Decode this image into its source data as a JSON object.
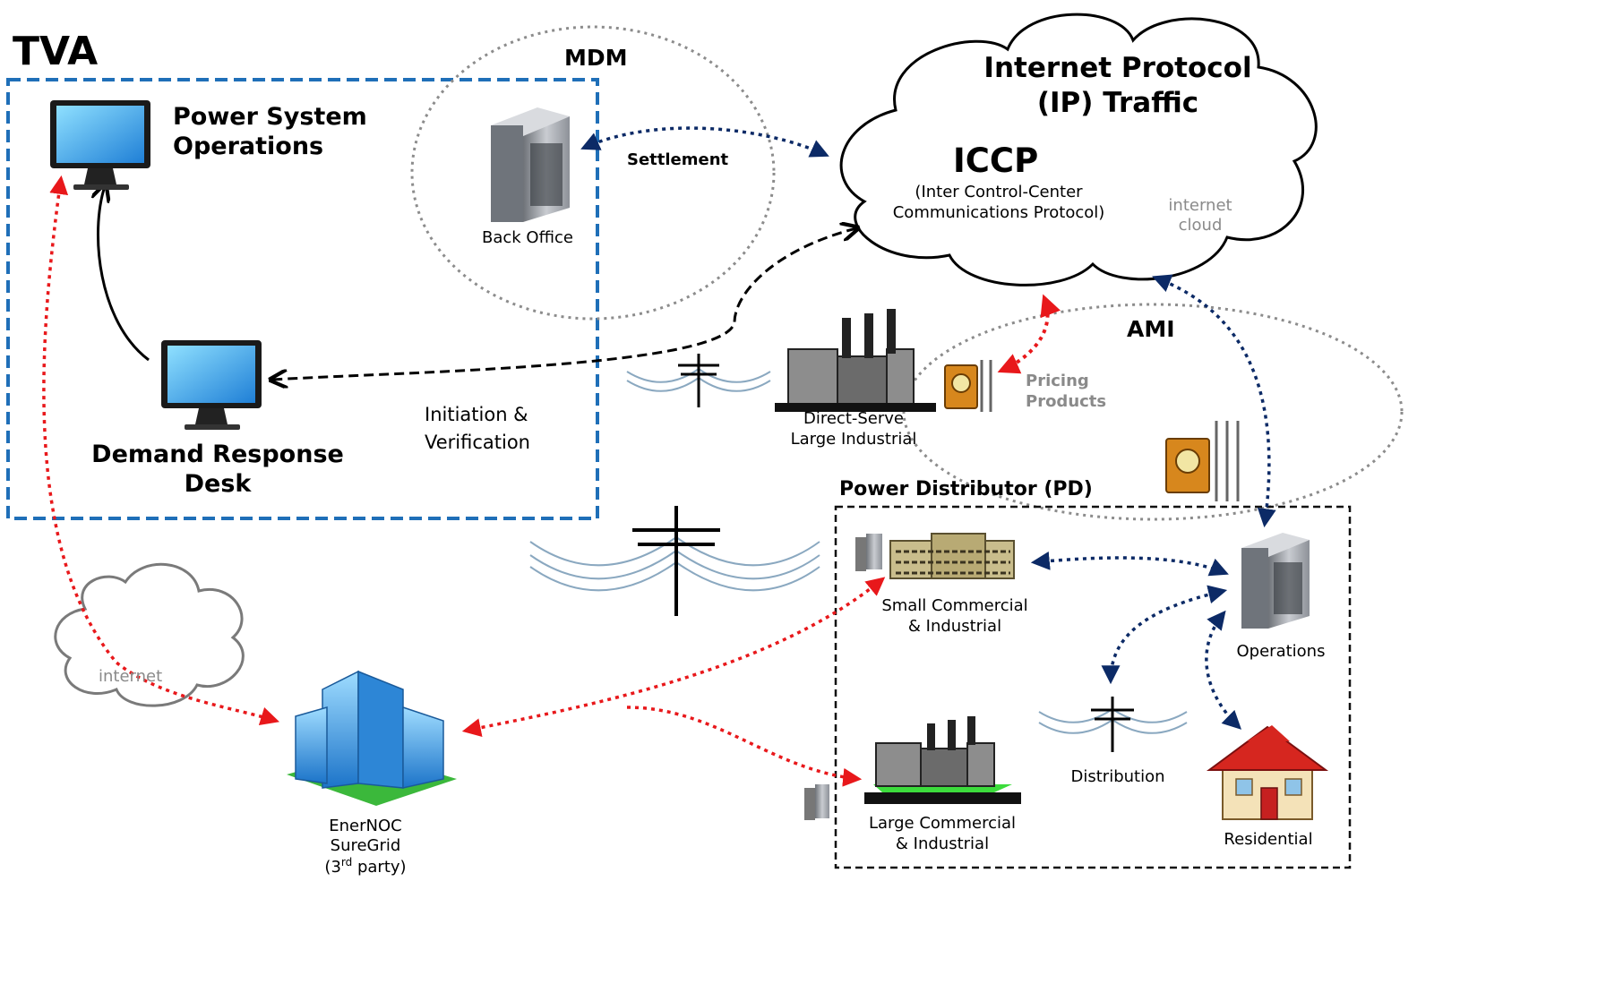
{
  "tva": {
    "title": "TVA",
    "power_system_operations": [
      "Power System",
      "Operations"
    ],
    "demand_response_desk": [
      "Demand Response",
      "Desk"
    ],
    "initiation_verification": [
      "Initiation &",
      "Verification"
    ]
  },
  "mdm": {
    "title": "MDM",
    "settlement": "Settlement",
    "back_office": "Back Office"
  },
  "ip_cloud": {
    "title": [
      "Internet Protocol",
      "(IP) Traffic"
    ],
    "iccp": "ICCP",
    "iccp_full": [
      "(Inter Control-Center",
      "Communications Protocol)"
    ],
    "internet_cloud": [
      "internet",
      "cloud"
    ]
  },
  "ami": {
    "title": "AMI",
    "pricing_products": [
      "Pricing",
      "Products"
    ],
    "direct_serve": [
      "Direct-Serve",
      "Large Industrial"
    ]
  },
  "pd": {
    "title": "Power Distributor (PD)",
    "small_commercial": [
      "Small Commercial",
      "& Industrial"
    ],
    "operations": "Operations",
    "distribution": "Distribution",
    "large_commercial": [
      "Large Commercial",
      "& Industrial"
    ],
    "residential": "Residential"
  },
  "third_party": {
    "internet": "internet",
    "enernoc": [
      "EnerNOC",
      "SureGrid"
    ],
    "third_party_prefix": "(3",
    "third_party_sup": "rd",
    "third_party_suffix": " party)"
  },
  "colors": {
    "tva_border": "#1f6fb8",
    "red_link": "#e8181b",
    "navy_link": "#0c2a66",
    "grey_text": "#8a8a8a"
  }
}
